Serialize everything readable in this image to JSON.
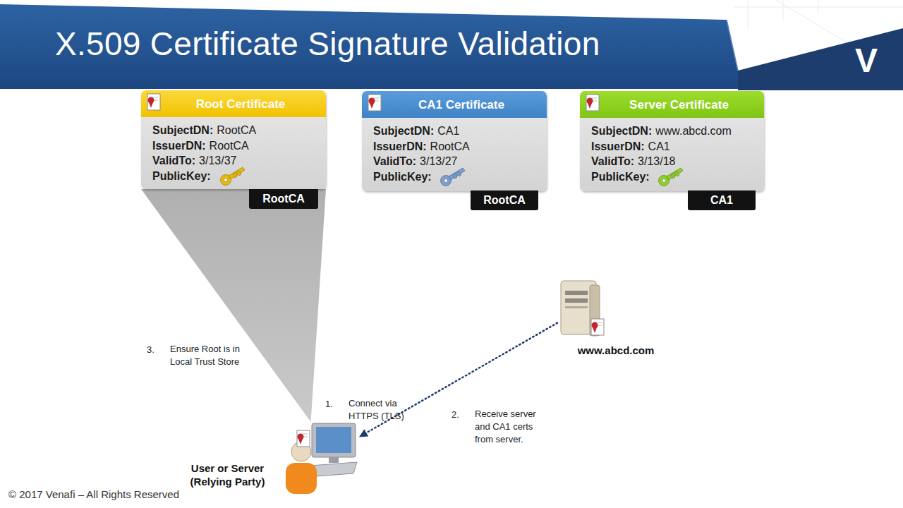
{
  "diagram": {
    "title": "X.509 Certificate Signature Validation",
    "nodes": [
      {
        "text": [
          "Root Certificate",
          "SubjectDN:",
          "RootCA",
          "IssuerDN:",
          "RootCA",
          "ValidTo:",
          "3/13/37",
          "PublicKey:"
        ]
      },
      {
        "text": [
          "RootCA"
        ]
      },
      {
        "text": [
          "CA1 Certificate",
          "SubjectDN:",
          "CA1",
          "IssuerDN:",
          "RootCA",
          "ValidTo:",
          "3/13/27",
          "PublicKey:"
        ]
      },
      {
        "text": [
          "RootCA"
        ]
      },
      {
        "text": [
          "Server Certificate",
          "SubjectDN:",
          "www.abcd.com",
          "IssuerDN:",
          "CA1",
          "ValidTo:",
          "3/13/18",
          "PublicKey:"
        ]
      },
      {
        "text": [
          "CA1"
        ]
      },
      {
        "text": [
          "www.abcd.com"
        ]
      },
      {
        "text": [
          "User or Server (Relying Party)"
        ]
      }
    ],
    "edges": [
      {
        "from": 6,
        "to": 7,
        "arrow": "to"
      },
      {
        "from": 0,
        "to": 7,
        "arrow": "none"
      }
    ],
    "labels": [
      "V",
      "3.",
      "Ensure Root is in Local Trust Store",
      "1.",
      "Connect via HTTPS (TLS)",
      "2.",
      "Receive server and CA1 certs from server.",
      "© 2017 Venafi – All Rights Reserved"
    ]
  }
}
